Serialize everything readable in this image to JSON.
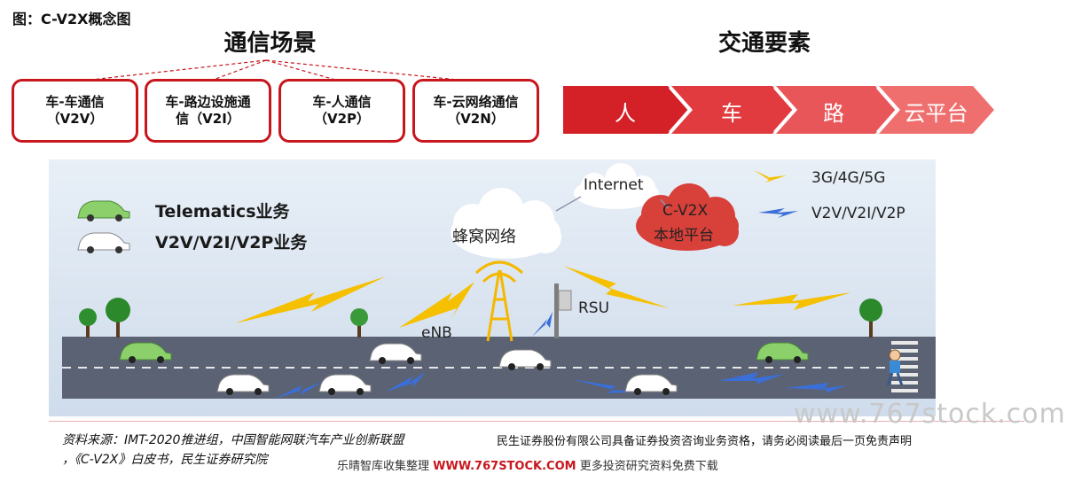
{
  "figure_title": "图：C-V2X概念图",
  "left_heading": "通信场景",
  "right_heading": "交通要素",
  "scenarios": [
    {
      "line1": "车-车通信",
      "line2": "（V2V）"
    },
    {
      "line1": "车-路边设施通",
      "line2": "信（V2I）"
    },
    {
      "line1": "车-人通信",
      "line2": "（V2P）"
    },
    {
      "line1": "车-云网络通信",
      "line2": "（V2N）"
    }
  ],
  "elements": [
    "人",
    "车",
    "路",
    "云平台"
  ],
  "diagram": {
    "legend_telematics": "Telematics业务",
    "legend_v2x": "V2V/V2I/V2P业务",
    "cellular_network": "蜂窝网络",
    "internet": "Internet",
    "cv2x_platform_line1": "C-V2X",
    "cv2x_platform_line2": "本地平台",
    "legend_3g": "3G/4G/5G",
    "legend_v2v": "V2V/V2I/V2P",
    "enb": "eNB",
    "rsu": "RSU"
  },
  "footer": {
    "source_line1": "资料来源：IMT-2020推进组，中国智能网联汽车产业创新联盟",
    "source_line2": "，《C-V2X》白皮书，民生证券研究院",
    "disclaimer": "民生证券股份有限公司具备证券投资咨询业务资格，请务必阅读最后一页免责声明",
    "watermark_prefix": "乐晴智库收集整理",
    "watermark_url": "WWW.767STOCK.COM",
    "watermark_suffix": "更多投资研究资料免费下载",
    "watermark_big": "www.767stock.com"
  },
  "colors": {
    "accent": "#c8161d",
    "chevron_dark": "#d42027",
    "chevron_light": "#ef6f6f",
    "sky": "#d9e6f2",
    "road": "#5b6273",
    "lightning_yellow": "#f5c000",
    "lightning_blue": "#3b6fd8"
  }
}
